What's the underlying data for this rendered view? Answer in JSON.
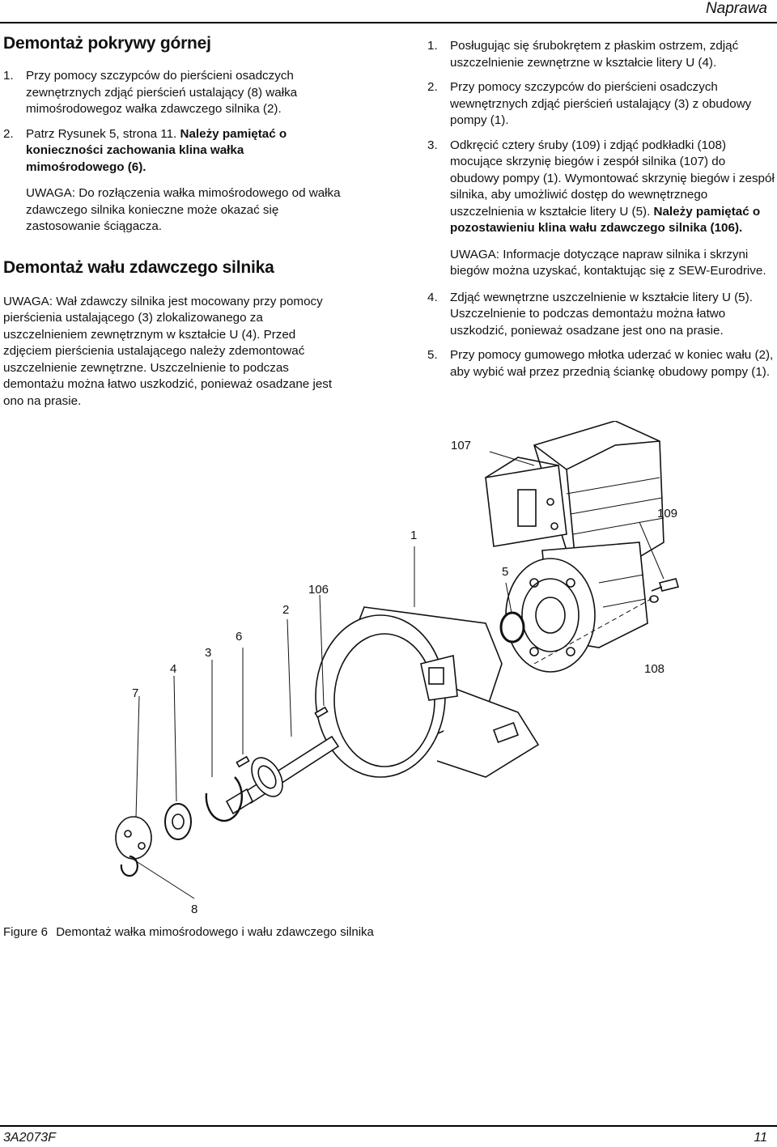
{
  "header": {
    "section": "Naprawa"
  },
  "left": {
    "heading1": "Demontaż pokrywy górnej",
    "steps1": [
      {
        "num": "1.",
        "text": "Przy pomocy szczypców do pierścieni osadczych zewnętrznych zdjąć pierścień ustalający (8) wałka mimośrodowegoz wałka zdawczego silnika (2)."
      },
      {
        "num": "2.",
        "text": "Patrz Rysunek 5, strona 11. ",
        "bold": "Należy pamiętać o konieczności zachowania klina wałka mimośrodowego",
        "after": " (6)."
      }
    ],
    "note1": {
      "label": "UWAGA:",
      "text": " Do rozłączenia wałka mimośrodowego od wałka zdawczego silnika konieczne może okazać się zastosowanie ściągacza."
    },
    "heading2": "Demontaż wału zdawczego silnika",
    "note2": {
      "label": "UWAGA:",
      "text": " Wał zdawczy silnika jest mocowany przy pomocy pierścienia ustalającego (3) zlokalizowanego za uszczelnieniem zewnętrznym w kształcie U (4). Przed zdjęciem pierścienia ustalającego należy zdemontować uszczelnienie zewnętrzne. Uszczelnienie to podczas demontażu można łatwo uszkodzić, ponieważ osadzane jest ono na prasie."
    }
  },
  "right": {
    "steps": [
      {
        "num": "1.",
        "text": "Posługując się śrubokrętem z płaskim ostrzem, zdjąć uszczelnienie zewnętrzne w kształcie litery U (4)."
      },
      {
        "num": "2.",
        "text": "Przy pomocy szczypców do pierścieni osadczych wewnętrznych zdjąć pierścień ustalający (3) z obudowy pompy (1)."
      },
      {
        "num": "3.",
        "text": "Odkręcić cztery śruby (109) i zdjąć podkładki (108) mocujące skrzynię biegów i zespół silnika (107) do obudowy pompy (1). Wymontować skrzynię biegów i zespół silnika, aby umożliwić dostęp do wewnętrznego uszczelnienia w kształcie litery U (5). ",
        "bold": "Należy pamiętać o pozostawieniu klina wału zdawczego silnika (106)."
      }
    ],
    "note": {
      "label": "UWAGA:",
      "text": " Informacje dotyczące napraw silnika i skrzyni biegów można uzyskać, kontaktując się z SEW-Eurodrive."
    },
    "steps2": [
      {
        "num": "4.",
        "text": "Zdjąć wewnętrzne uszczelnienie w kształcie litery U (5). Uszczelnienie to podczas demontażu można łatwo uszkodzić, ponieważ osadzane jest ono na prasie."
      },
      {
        "num": "5.",
        "text": "Przy pomocy gumowego młotka uderzać w koniec wału (2), aby wybić wał przez przednią ściankę obudowy pompy (1)."
      }
    ]
  },
  "figure": {
    "callouts": {
      "c107": "107",
      "c109": "109",
      "c1": "1",
      "c5": "5",
      "c106": "106",
      "c2": "2",
      "c6": "6",
      "c3": "3",
      "c4": "4",
      "c108": "108",
      "c7": "7",
      "c8": "8"
    },
    "caption_label": "Figure 6",
    "caption_text": "Demontaż wałka mimośrodowego i wału zdawczego silnika"
  },
  "footer": {
    "doc_number": "3A2073F",
    "page": "11"
  }
}
